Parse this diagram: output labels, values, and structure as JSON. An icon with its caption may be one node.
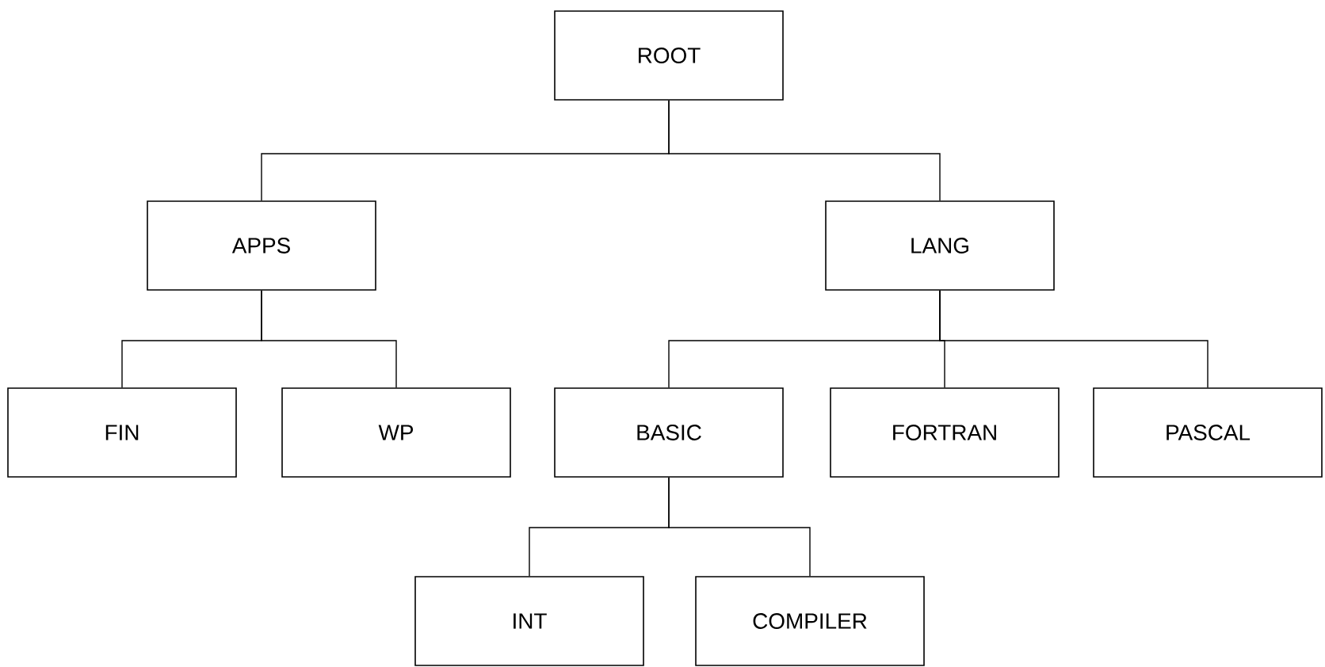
{
  "diagram": {
    "nodes": [
      {
        "text": [
          "ROOT"
        ]
      },
      {
        "text": [
          "APPS"
        ]
      },
      {
        "text": [
          "LANG"
        ]
      },
      {
        "text": [
          "FIN"
        ]
      },
      {
        "text": [
          "WP"
        ]
      },
      {
        "text": [
          "BASIC"
        ]
      },
      {
        "text": [
          "FORTRAN"
        ]
      },
      {
        "text": [
          "PASCAL"
        ]
      },
      {
        "text": [
          "INT"
        ]
      },
      {
        "text": [
          "COMPILER"
        ]
      }
    ],
    "edges": [
      {
        "from": 0,
        "to": 1,
        "arrow": "none"
      },
      {
        "from": 0,
        "to": 2,
        "arrow": "none"
      },
      {
        "from": 1,
        "to": 3,
        "arrow": "none"
      },
      {
        "from": 1,
        "to": 4,
        "arrow": "none"
      },
      {
        "from": 2,
        "to": 5,
        "arrow": "none"
      },
      {
        "from": 2,
        "to": 6,
        "arrow": "none"
      },
      {
        "from": 2,
        "to": 7,
        "arrow": "none"
      },
      {
        "from": 5,
        "to": 8,
        "arrow": "none"
      },
      {
        "from": 5,
        "to": 9,
        "arrow": "none"
      }
    ]
  }
}
